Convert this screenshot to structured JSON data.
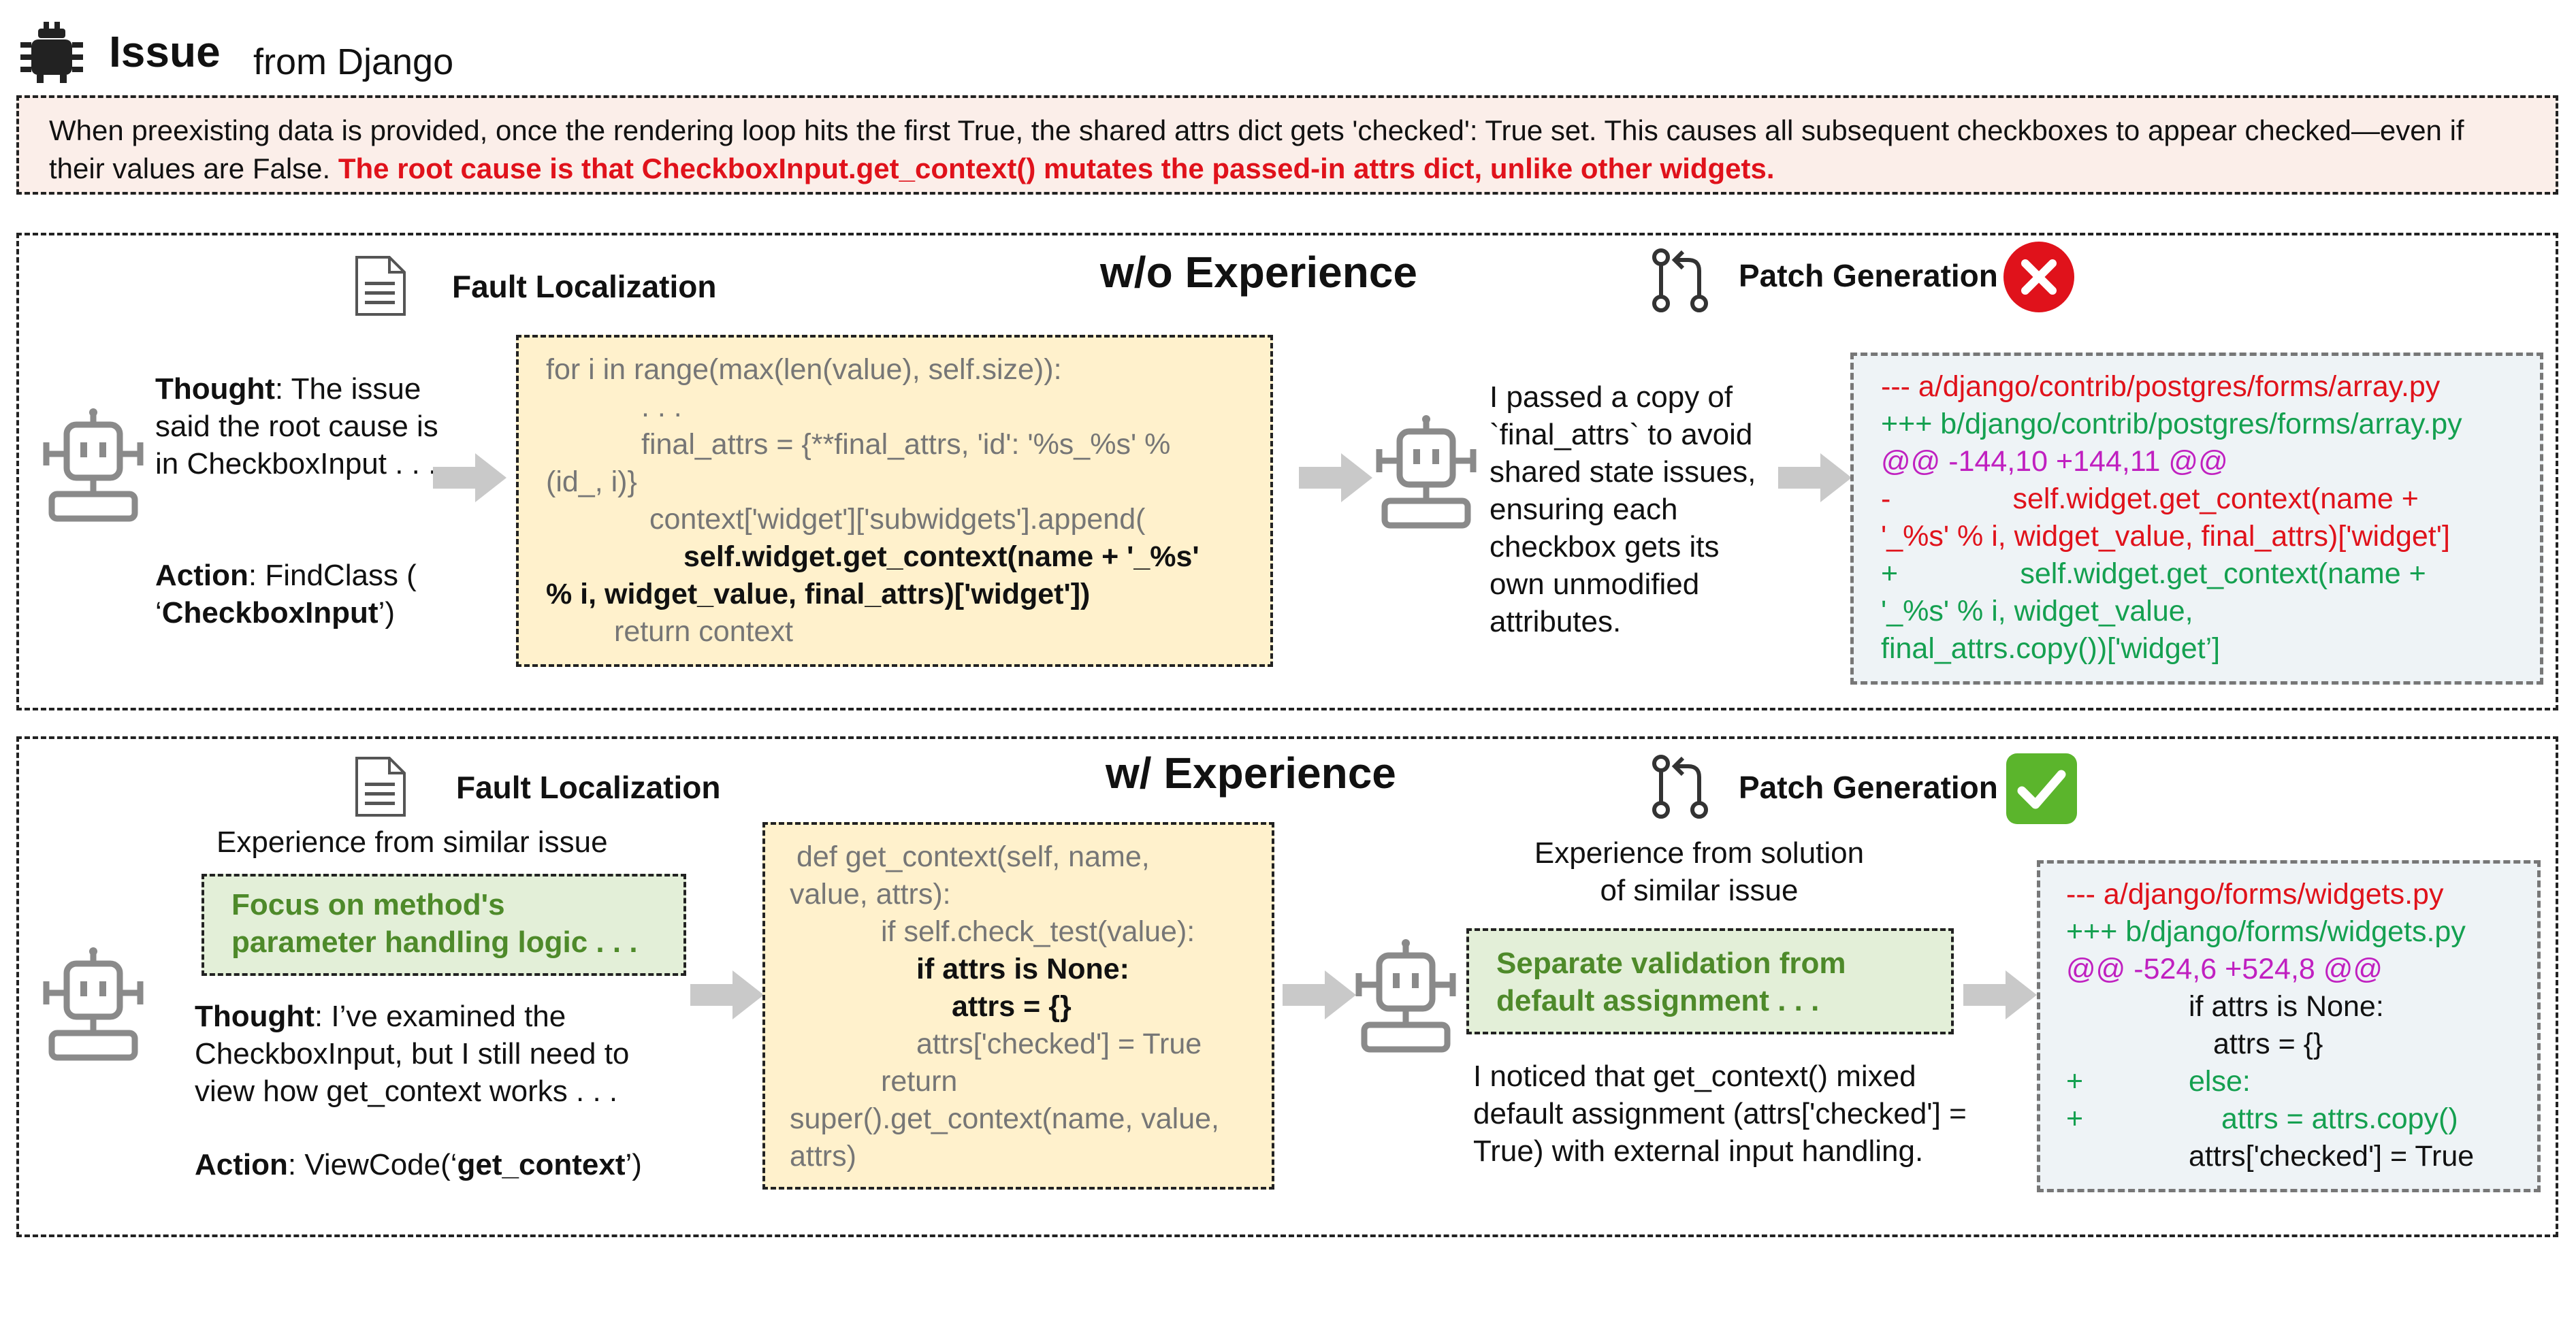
{
  "header": {
    "title": "Issue",
    "subtitle": "from Django",
    "icon": "bug-icon"
  },
  "issue": {
    "text_plain": "When preexisting data is provided, once the rendering loop hits the first True, the shared attrs dict gets 'checked': True set. This causes all subsequent checkboxes to appear checked—even if their values are False.",
    "text_highlight": "The root cause is that CheckboxInput.get_context() mutates the passed-in attrs dict, unlike other widgets.",
    "highlight_color": "#e0121b"
  },
  "without_experience": {
    "title": "w/o Experience",
    "fault_label": "Fault Localization",
    "patch_label": "Patch Generation",
    "status": "failure",
    "status_color": "#e0121b",
    "thought_label": "Thought",
    "thought_text": ": The issue said the root cause is in CheckboxInput . . .",
    "action_label": "Action",
    "action_text_pre": ": FindClass ( ‘",
    "action_arg": "CheckboxInput",
    "action_text_post": "’)",
    "code_lines": [
      {
        "text": "for i in range(max(len(value), self.size)):"
      },
      {
        "text": ". . ."
      },
      {
        "text": "final_attrs = {**final_attrs, 'id': '%s_%s' %"
      },
      {
        "text": "(id_, i)}"
      },
      {
        "text": "context['widget']['subwidgets'].append("
      },
      {
        "text": "self.widget.get_context(name + '_%s'"
      },
      {
        "text": "% i, widget_value, final_attrs)['widget'])"
      },
      {
        "text": "return context"
      }
    ],
    "patch_reasoning": "I passed a copy of `final_attrs` to avoid shared state issues, ensuring each checkbox gets its own unmodified attributes.",
    "diff_lines": [
      "--- a/django/contrib/postgres/forms/array.py",
      "+++ b/django/contrib/postgres/forms/array.py",
      "@@ -144,10 +144,11 @@",
      "-               self.widget.get_context(name +",
      "'_%s' % i, widget_value, final_attrs)['widget']",
      "+               self.widget.get_context(name +",
      "'_%s' % i, widget_value,",
      "final_attrs.copy())['widget’]"
    ]
  },
  "with_experience": {
    "title": "w/ Experience",
    "fault_label": "Fault Localization",
    "patch_label": "Patch Generation",
    "status": "success",
    "status_color": "#5bb52c",
    "exp_caption_fault": "Experience from similar issue",
    "exp_fault": "Focus on method's parameter handling logic . . .",
    "thought_label": "Thought",
    "thought_text": ": I’ve examined the CheckboxInput, but I still need to view how get_context works . . .",
    "action_label": "Action",
    "action_text_pre": ": ViewCode(‘",
    "action_arg": "get_context",
    "action_text_post": "’)",
    "code_lines": [
      "def get_context(self, name,",
      "value, attrs):",
      "if self.check_test(value):",
      "if attrs is None:",
      "attrs = {}",
      "attrs['checked'] = True",
      "return",
      "super().get_context(name, value,",
      "attrs)"
    ],
    "exp_caption_patch_1": "Experience from solution",
    "exp_caption_patch_2": "of similar issue",
    "exp_patch": "Separate validation from default assignment . . .",
    "patch_reasoning": "I noticed that get_context() mixed default assignment (attrs['checked'] = True) with external input handling.",
    "diff_lines": [
      "--- a/django/forms/widgets.py",
      "+++ b/django/forms/widgets.py",
      "@@ -524,6 +524,8 @@",
      "if attrs is None:",
      "attrs = {}",
      "+",
      "else:",
      "+",
      "attrs = attrs.copy()",
      "attrs['checked'] = True"
    ]
  }
}
